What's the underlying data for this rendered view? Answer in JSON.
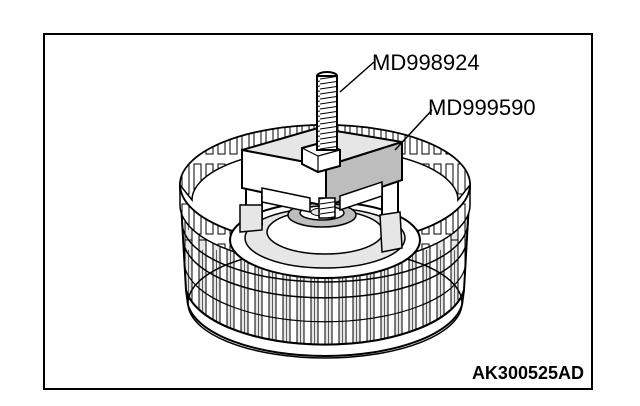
{
  "callouts": {
    "bolt": "MD998924",
    "puller": "MD999590"
  },
  "figure_id": "AK300525AD",
  "colors": {
    "ink": "#000000",
    "paper": "#ffffff",
    "shade": "#e6e6e6",
    "mid": "#bdbdbd"
  }
}
